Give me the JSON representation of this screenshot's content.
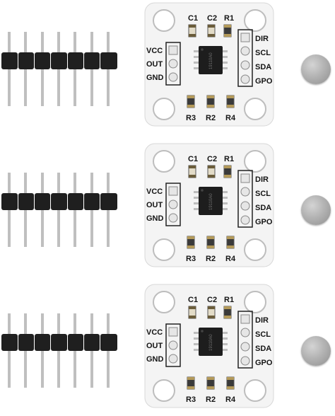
{
  "boards": [
    {
      "top_labels": [
        "C1",
        "C2",
        "R1"
      ],
      "left_pins": [
        "VCC",
        "OUT",
        "GND"
      ],
      "right_pins": [
        "DIR",
        "SCL",
        "SDA",
        "GPO"
      ],
      "bottom_labels": [
        "R3",
        "R2",
        "R4"
      ],
      "chip_text": "19110A0"
    },
    {
      "top_labels": [
        "C1",
        "C2",
        "R1"
      ],
      "left_pins": [
        "VCC",
        "OUT",
        "GND"
      ],
      "right_pins": [
        "DIR",
        "SCL",
        "SDA",
        "GPO"
      ],
      "bottom_labels": [
        "R3",
        "R2",
        "R4"
      ],
      "chip_text": "19110A0"
    },
    {
      "top_labels": [
        "C1",
        "C2",
        "R1"
      ],
      "left_pins": [
        "VCC",
        "OUT",
        "GND"
      ],
      "right_pins": [
        "DIR",
        "SCL",
        "SDA",
        "GPO"
      ],
      "bottom_labels": [
        "R3",
        "R2",
        "R4"
      ],
      "chip_text": "19110A0"
    }
  ],
  "colors": {
    "pcb": "#f4f4f4",
    "header_plastic": "#1f1f1f",
    "header_pin": "#c0c0c0",
    "magnet": "#a9a9a9",
    "silkscreen": "#141414"
  },
  "icons": [
    "pin-header",
    "magnet-disc",
    "sensor-board"
  ]
}
